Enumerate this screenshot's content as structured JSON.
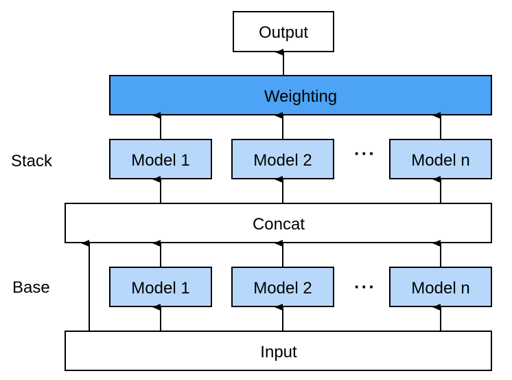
{
  "colors": {
    "weighting_fill": "#4da3f5",
    "model_fill": "#b8d8fb",
    "plain_fill": "#ffffff",
    "stroke": "#000000"
  },
  "labels": {
    "stack": "Stack",
    "base": "Base"
  },
  "boxes": {
    "output": "Output",
    "weighting": "Weighting",
    "stack_model_1": "Model 1",
    "stack_model_2": "Model 2",
    "stack_model_n": "Model n",
    "concat": "Concat",
    "base_model_1": "Model 1",
    "base_model_2": "Model 2",
    "base_model_n": "Model n",
    "input": "Input"
  },
  "ellipsis": {
    "stack": "···",
    "base": "···"
  }
}
